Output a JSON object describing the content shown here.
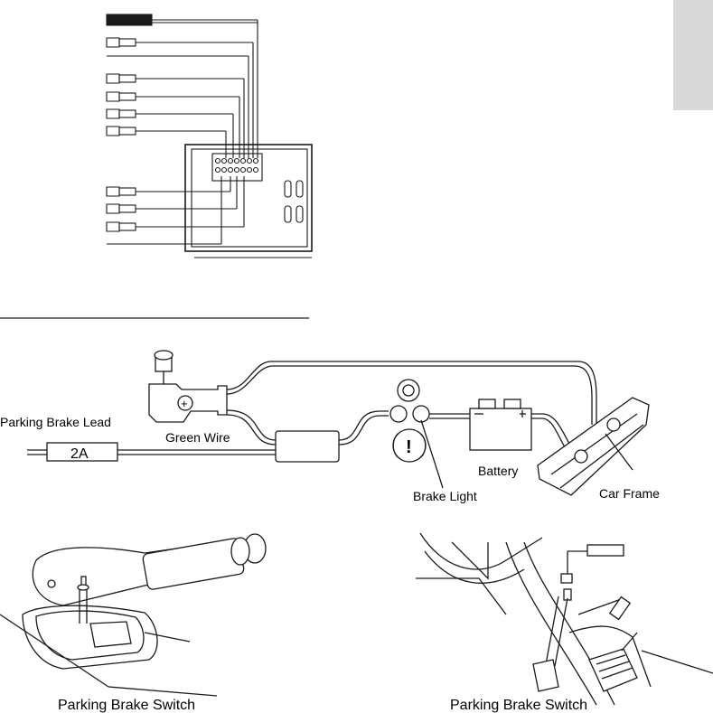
{
  "labels": {
    "parking_brake_lead": "Parking Brake Lead",
    "fuse": "2A",
    "green_wire": "Green Wire",
    "battery": "Battery",
    "brake_light": "Brake Light",
    "car_frame": "Car Frame",
    "parking_brake_switch_left": "Parking Brake Switch",
    "parking_brake_switch_right": "Parking Brake Switch",
    "warning_symbol": "!",
    "ground_symbol": "+"
  },
  "colors": {
    "line": "#1a1a1a",
    "side_tab": "#d9d9d9",
    "background": "#ffffff"
  }
}
